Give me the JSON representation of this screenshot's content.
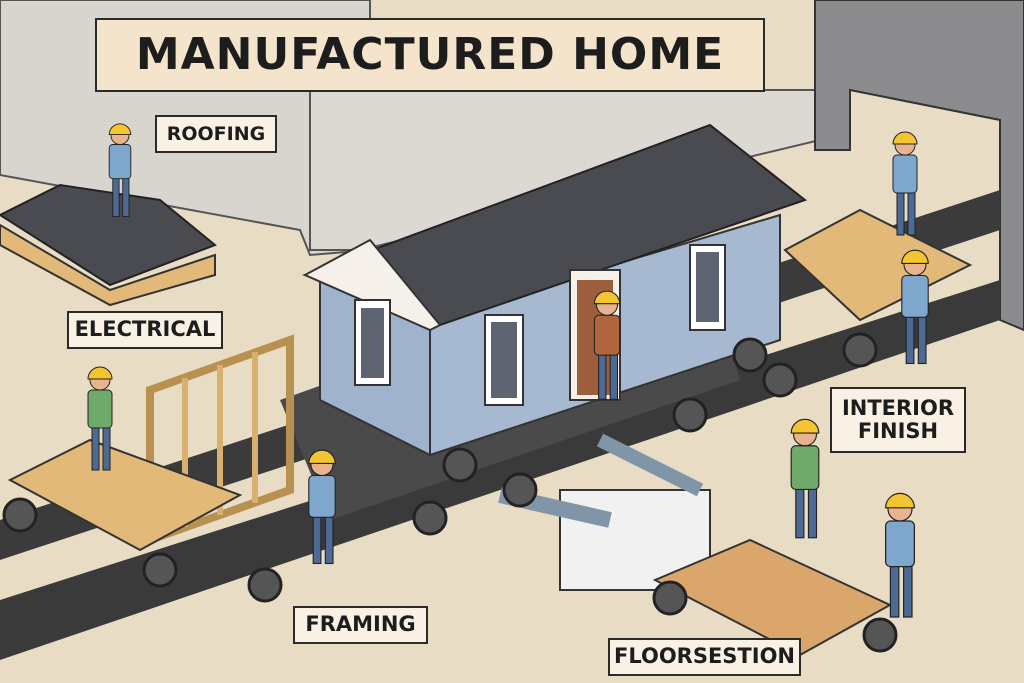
{
  "title": "MANUFACTURED HOME",
  "stations": {
    "roofing": "ROOFING",
    "electrical": "ELECTRICAL",
    "framing": "FRAMING",
    "interior_finish_line1": "INTERIOR",
    "interior_finish_line2": "FINISH",
    "floor_section": "FLOORSESTION"
  },
  "colors": {
    "floor": "#e9dcc5",
    "wall": "#d6d3ce",
    "belt": "#3b3b3b",
    "siding": "#9fb3cc",
    "roof": "#4a4b50",
    "wood": "#e2b978",
    "helmet": "#f2c531",
    "shirt_blue": "#7fa6cc",
    "shirt_green": "#6faa6b",
    "shirt_brown": "#b0653e"
  }
}
